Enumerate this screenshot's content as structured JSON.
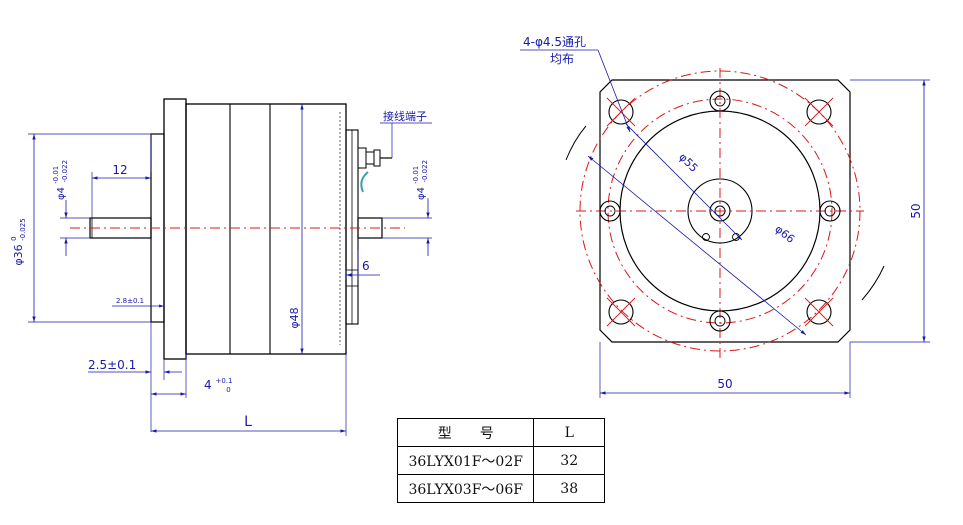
{
  "side_view": {
    "shaft_diameter": "φ4",
    "shaft_tol_upper": "-0.01",
    "shaft_tol_lower": "-0.022",
    "pilot_diameter": "φ36",
    "pilot_tol_upper": "0",
    "pilot_tol_lower": "-0.025",
    "shaft_length": "12",
    "body_diameter": "φ48",
    "flange_thickness": "2.5±0.1",
    "step_dim": "4",
    "step_tol_upper": "+0.1",
    "step_tol_lower": "0",
    "small_dim": "2.8±0.1",
    "rear_dim": "6",
    "length_label": "L",
    "terminal_label": "接线端子"
  },
  "front_view": {
    "hole_note_line1": "4-φ4.5通孔",
    "hole_note_line2": "均布",
    "circle_dim_inner": "φ55",
    "circle_dim_outer": "φ66",
    "width_label": "50",
    "height_label": "50"
  },
  "table": {
    "header_model": "型　　号",
    "header_length": "L",
    "rows": [
      {
        "model": "36LYX01F～02F",
        "length": "32"
      },
      {
        "model": "36LYX03F～06F",
        "length": "38"
      }
    ]
  },
  "colors": {
    "outline": "#000000",
    "dimension": "#1a1aa8",
    "centerline": "#d81818"
  }
}
